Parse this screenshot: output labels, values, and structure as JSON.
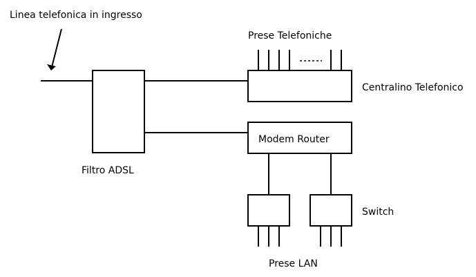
{
  "diagram": {
    "type": "network-wiring",
    "colors": {
      "stroke": "#000000",
      "background": "#ffffff",
      "text": "#000000"
    },
    "labels": {
      "incoming_line": "Linea telefonica in ingresso",
      "adsl_filter": "Filtro ADSL",
      "phone_sockets": "Prese Telefoniche",
      "pbx": "Centralino Telefonico",
      "modem_router": "Modem Router",
      "switch": "Switch",
      "lan_sockets": "Prese LAN",
      "ellipsis": "....."
    },
    "nodes": [
      {
        "id": "adsl-filter",
        "label": "Filtro ADSL"
      },
      {
        "id": "pbx",
        "label": "Centralino Telefonico",
        "outputs": "Prese Telefoniche"
      },
      {
        "id": "modem-router",
        "label": "Modem Router"
      },
      {
        "id": "switch-1",
        "label": "Switch",
        "outputs": "Prese LAN",
        "ports": 3
      },
      {
        "id": "switch-2",
        "label": "Switch",
        "outputs": "Prese LAN",
        "ports": 3
      }
    ],
    "edges": [
      {
        "from": "incoming-line",
        "to": "adsl-filter"
      },
      {
        "from": "adsl-filter",
        "to": "pbx"
      },
      {
        "from": "adsl-filter",
        "to": "modem-router"
      },
      {
        "from": "modem-router",
        "to": "switch-1"
      },
      {
        "from": "modem-router",
        "to": "switch-2"
      }
    ],
    "pbx_visible_sockets": 6
  }
}
